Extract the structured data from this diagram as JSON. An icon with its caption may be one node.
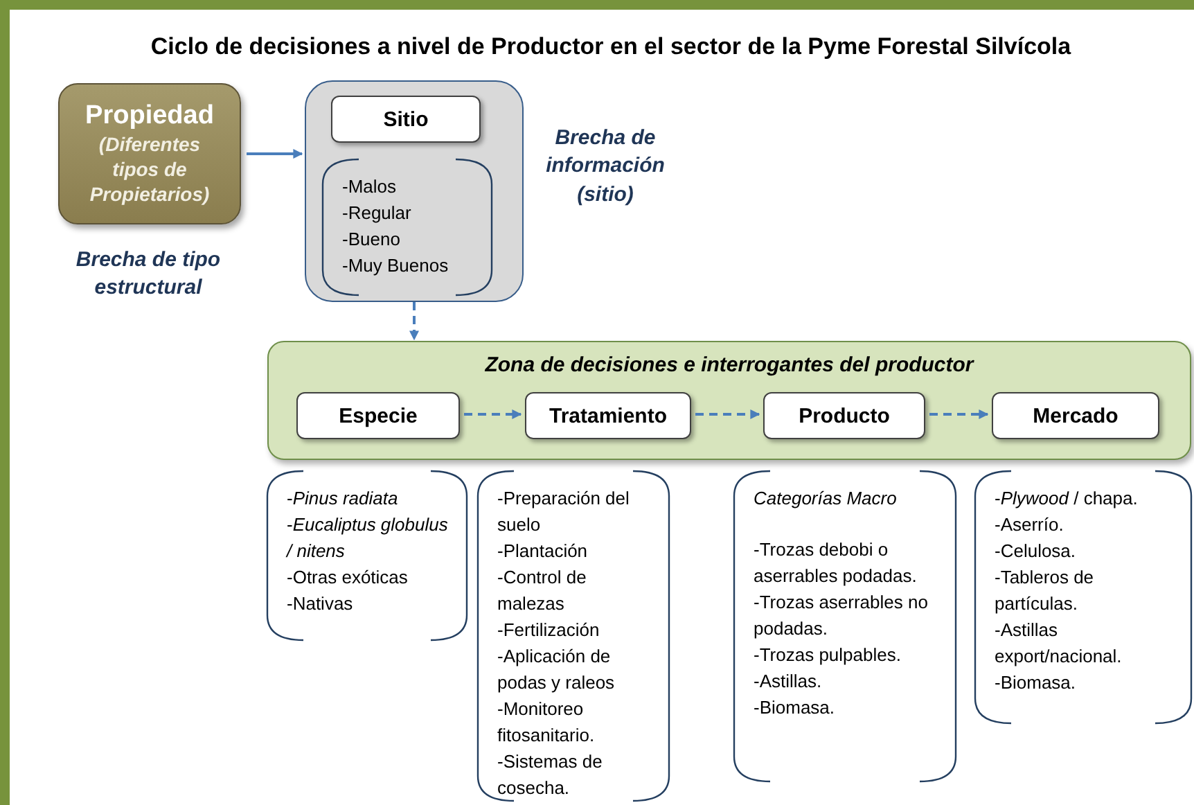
{
  "diagram": {
    "title": "Ciclo de decisiones a nivel de Productor en el sector de la Pyme Forestal Silvícola",
    "nodes": [
      {
        "text": [
          "Propiedad",
          "(Diferentes tipos de Propietarios)"
        ],
        "beside": [
          "Brecha de tipo estructural"
        ]
      },
      {
        "text": [],
        "shape": "box",
        "beside": [
          "Brecha de información (sitio)"
        ]
      },
      {
        "text": [
          "Sitio"
        ],
        "in": 1
      },
      {
        "text": [
          "-Malos",
          "-Regular",
          "-Bueno",
          "-Muy Buenos"
        ],
        "in": 1
      },
      {
        "text": [
          "Zona de decisiones e interrogantes del productor"
        ]
      },
      {
        "text": [
          "Especie"
        ],
        "in": 4
      },
      {
        "text": [
          "Tratamiento"
        ],
        "in": 4
      },
      {
        "text": [
          "Producto"
        ],
        "in": 4
      },
      {
        "text": [
          "Mercado"
        ],
        "in": 4
      },
      {
        "text": [
          "-*Pinus radiata*",
          "-*Eucaliptus globulus / nitens*",
          "-Otras exóticas",
          "-Nativas"
        ]
      },
      {
        "text": [
          "-Preparación del suelo",
          "-Plantación",
          "-Control de malezas",
          "-Fertilización",
          "-Aplicación de podas y raleos",
          "-Monitoreo fitosanitario.",
          "-Sistemas de cosecha."
        ]
      },
      {
        "text": [
          "*Categorías Macro*",
          "-Trozas debobi o aserrables podadas.",
          "-Trozas aserrables no podadas.",
          "-Trozas pulpables.",
          "-Astillas.",
          "-Biomasa."
        ]
      },
      {
        "text": [
          "-*Plywood* / chapa.",
          "-Aserrío.",
          "-Celulosa.",
          "-Tableros de partículas.",
          "-Astillas export/nacional.",
          "-Biomasa."
        ]
      }
    ],
    "edges": [
      {
        "from": 0,
        "to": 1,
        "arrow": "to"
      },
      {
        "from": 1,
        "to": 4,
        "arrow": "to",
        "style": "dashed"
      },
      {
        "from": 5,
        "to": 6,
        "arrow": "to",
        "style": "dashed"
      },
      {
        "from": 6,
        "to": 7,
        "arrow": "to",
        "style": "dashed"
      },
      {
        "from": 7,
        "to": 8,
        "arrow": "to",
        "style": "dashed"
      }
    ]
  }
}
